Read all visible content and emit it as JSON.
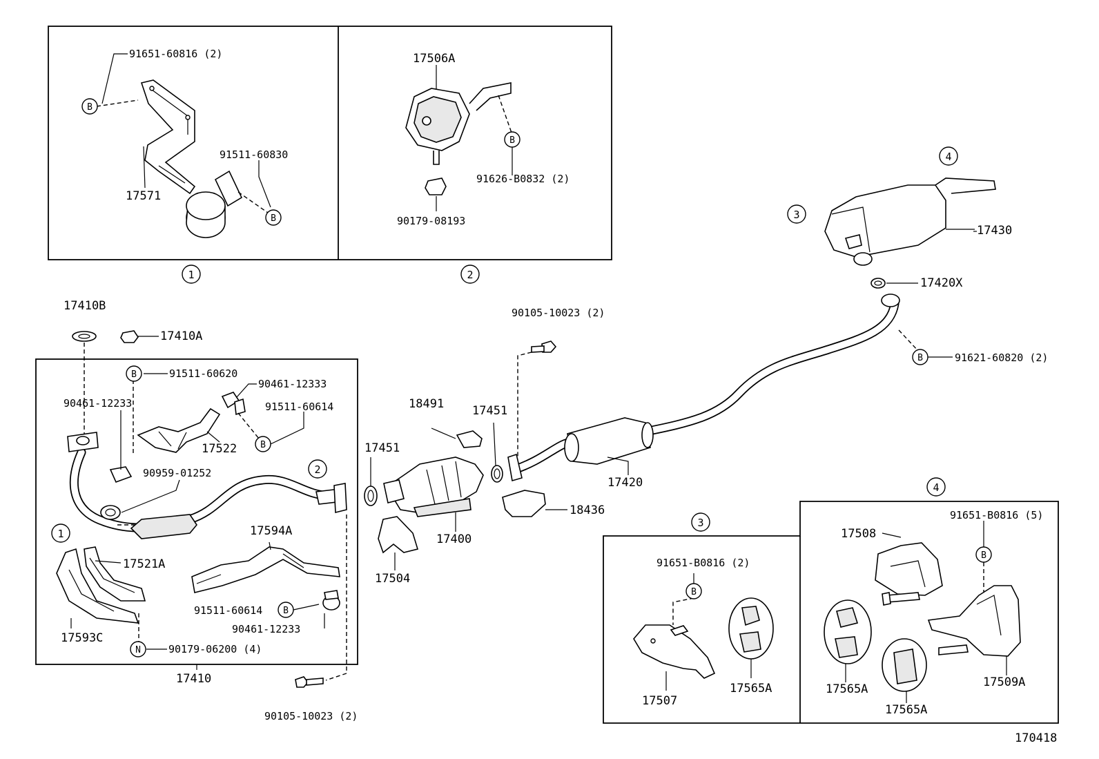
{
  "circle_markers": {
    "one": "1",
    "two": "2",
    "three": "3",
    "four": "4",
    "b": "B",
    "n": "N"
  },
  "panel_1": {
    "labels": {
      "p91651_60816": "91651-60816 (2)",
      "p91511_60830": "91511-60830",
      "p17571": "17571"
    }
  },
  "panel_2": {
    "labels": {
      "p17506a": "17506A",
      "p91626_b0832": "91626-B0832 (2)",
      "p90179_08193": "90179-08193"
    }
  },
  "front_assembly": {
    "labels": {
      "p17410b": "17410B",
      "p17410a": "17410A",
      "p91511_60620": "91511-60620",
      "p90461_12333": "90461-12333",
      "p90461_12233_top": "90461-12233",
      "p91511_60614_top": "91511-60614",
      "p17522": "17522",
      "p90959_01252": "90959-01252",
      "p17594a": "17594A",
      "p17521a": "17521A",
      "p17593c": "17593C",
      "p91511_60614_bot": "91511-60614",
      "p90461_12233_bot": "90461-12233",
      "p90179_06200": "90179-06200 (4)",
      "p17410": "17410",
      "p90105_10023_bot": "90105-10023 (2)"
    }
  },
  "center_pipe": {
    "labels": {
      "p17451_left": "17451",
      "p18491": "18491",
      "p17451_right": "17451",
      "p17400": "17400",
      "p17504": "17504",
      "p18436": "18436",
      "p90105_10023_top": "90105-10023 (2)",
      "p17420": "17420",
      "p17420x": "17420X",
      "p91621_60820": "91621-60820 (2)",
      "p17430": "17430"
    }
  },
  "panel_3": {
    "labels": {
      "p91651_b0816": "91651-B0816 (2)",
      "p17507": "17507",
      "p17565a": "17565A"
    }
  },
  "panel_4": {
    "labels": {
      "p17508": "17508",
      "p91651_b0816": "91651-B0816 (5)",
      "p17565a_left": "17565A",
      "p17565a_bottom": "17565A",
      "p17509a": "17509A"
    }
  },
  "diagram_code": "170418"
}
